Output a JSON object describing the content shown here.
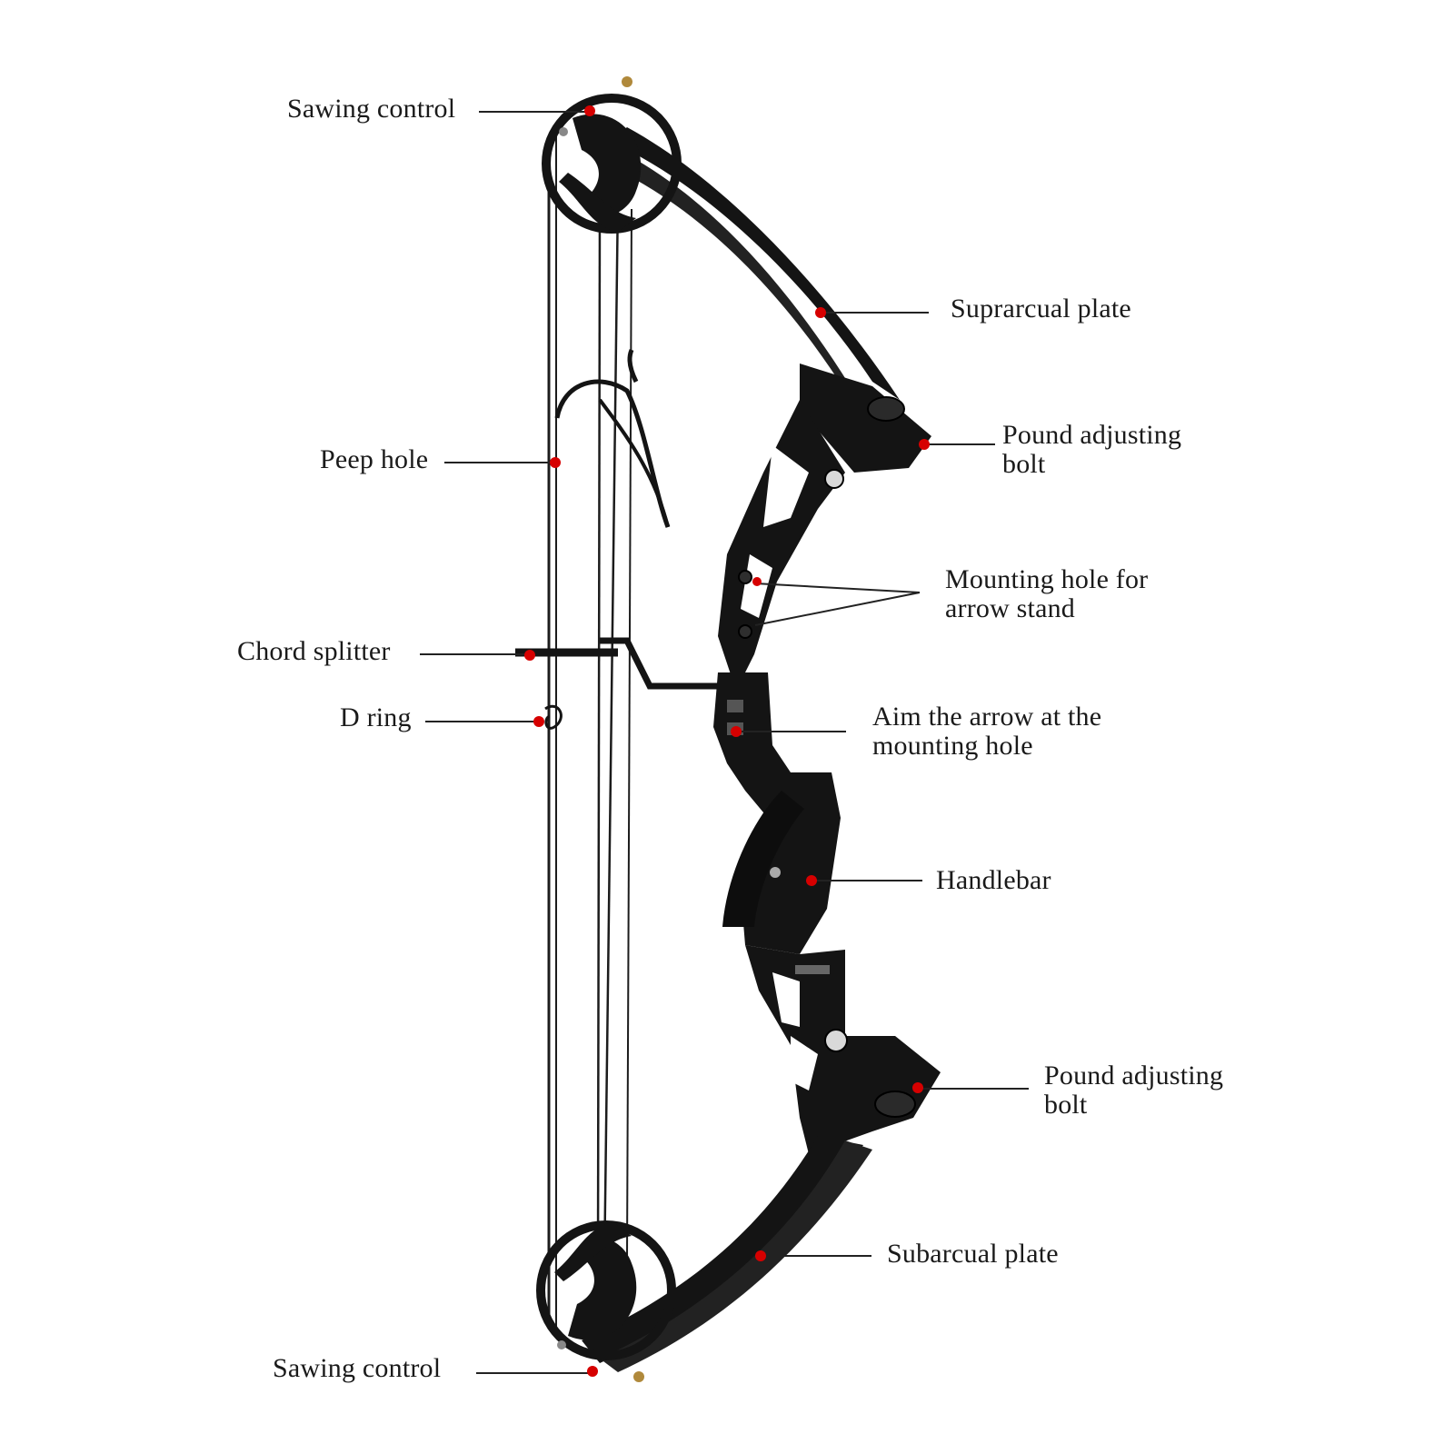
{
  "labels": {
    "sawing_control_top": "Sawing control",
    "suprarcual_plate": "Suprarcual plate",
    "pound_adjusting_bolt_top_l1": "Pound adjusting",
    "pound_adjusting_bolt_top_l2": "bolt",
    "peep_hole": "Peep hole",
    "mounting_hole_l1": "Mounting hole for",
    "mounting_hole_l2": "arrow stand",
    "chord_splitter": "Chord splitter",
    "d_ring": "D ring",
    "aim_arrow_l1": "Aim the arrow at the",
    "aim_arrow_l2": "mounting hole",
    "handlebar": "Handlebar",
    "pound_adjusting_bolt_bottom_l1": "Pound adjusting",
    "pound_adjusting_bolt_bottom_l2": "bolt",
    "subarcual_plate": "Subarcual plate",
    "sawing_control_bottom": "Sawing control"
  },
  "colors": {
    "marker": "#d60000",
    "bow": "#141414",
    "leader": "#222222",
    "text": "#1a1a1a"
  }
}
